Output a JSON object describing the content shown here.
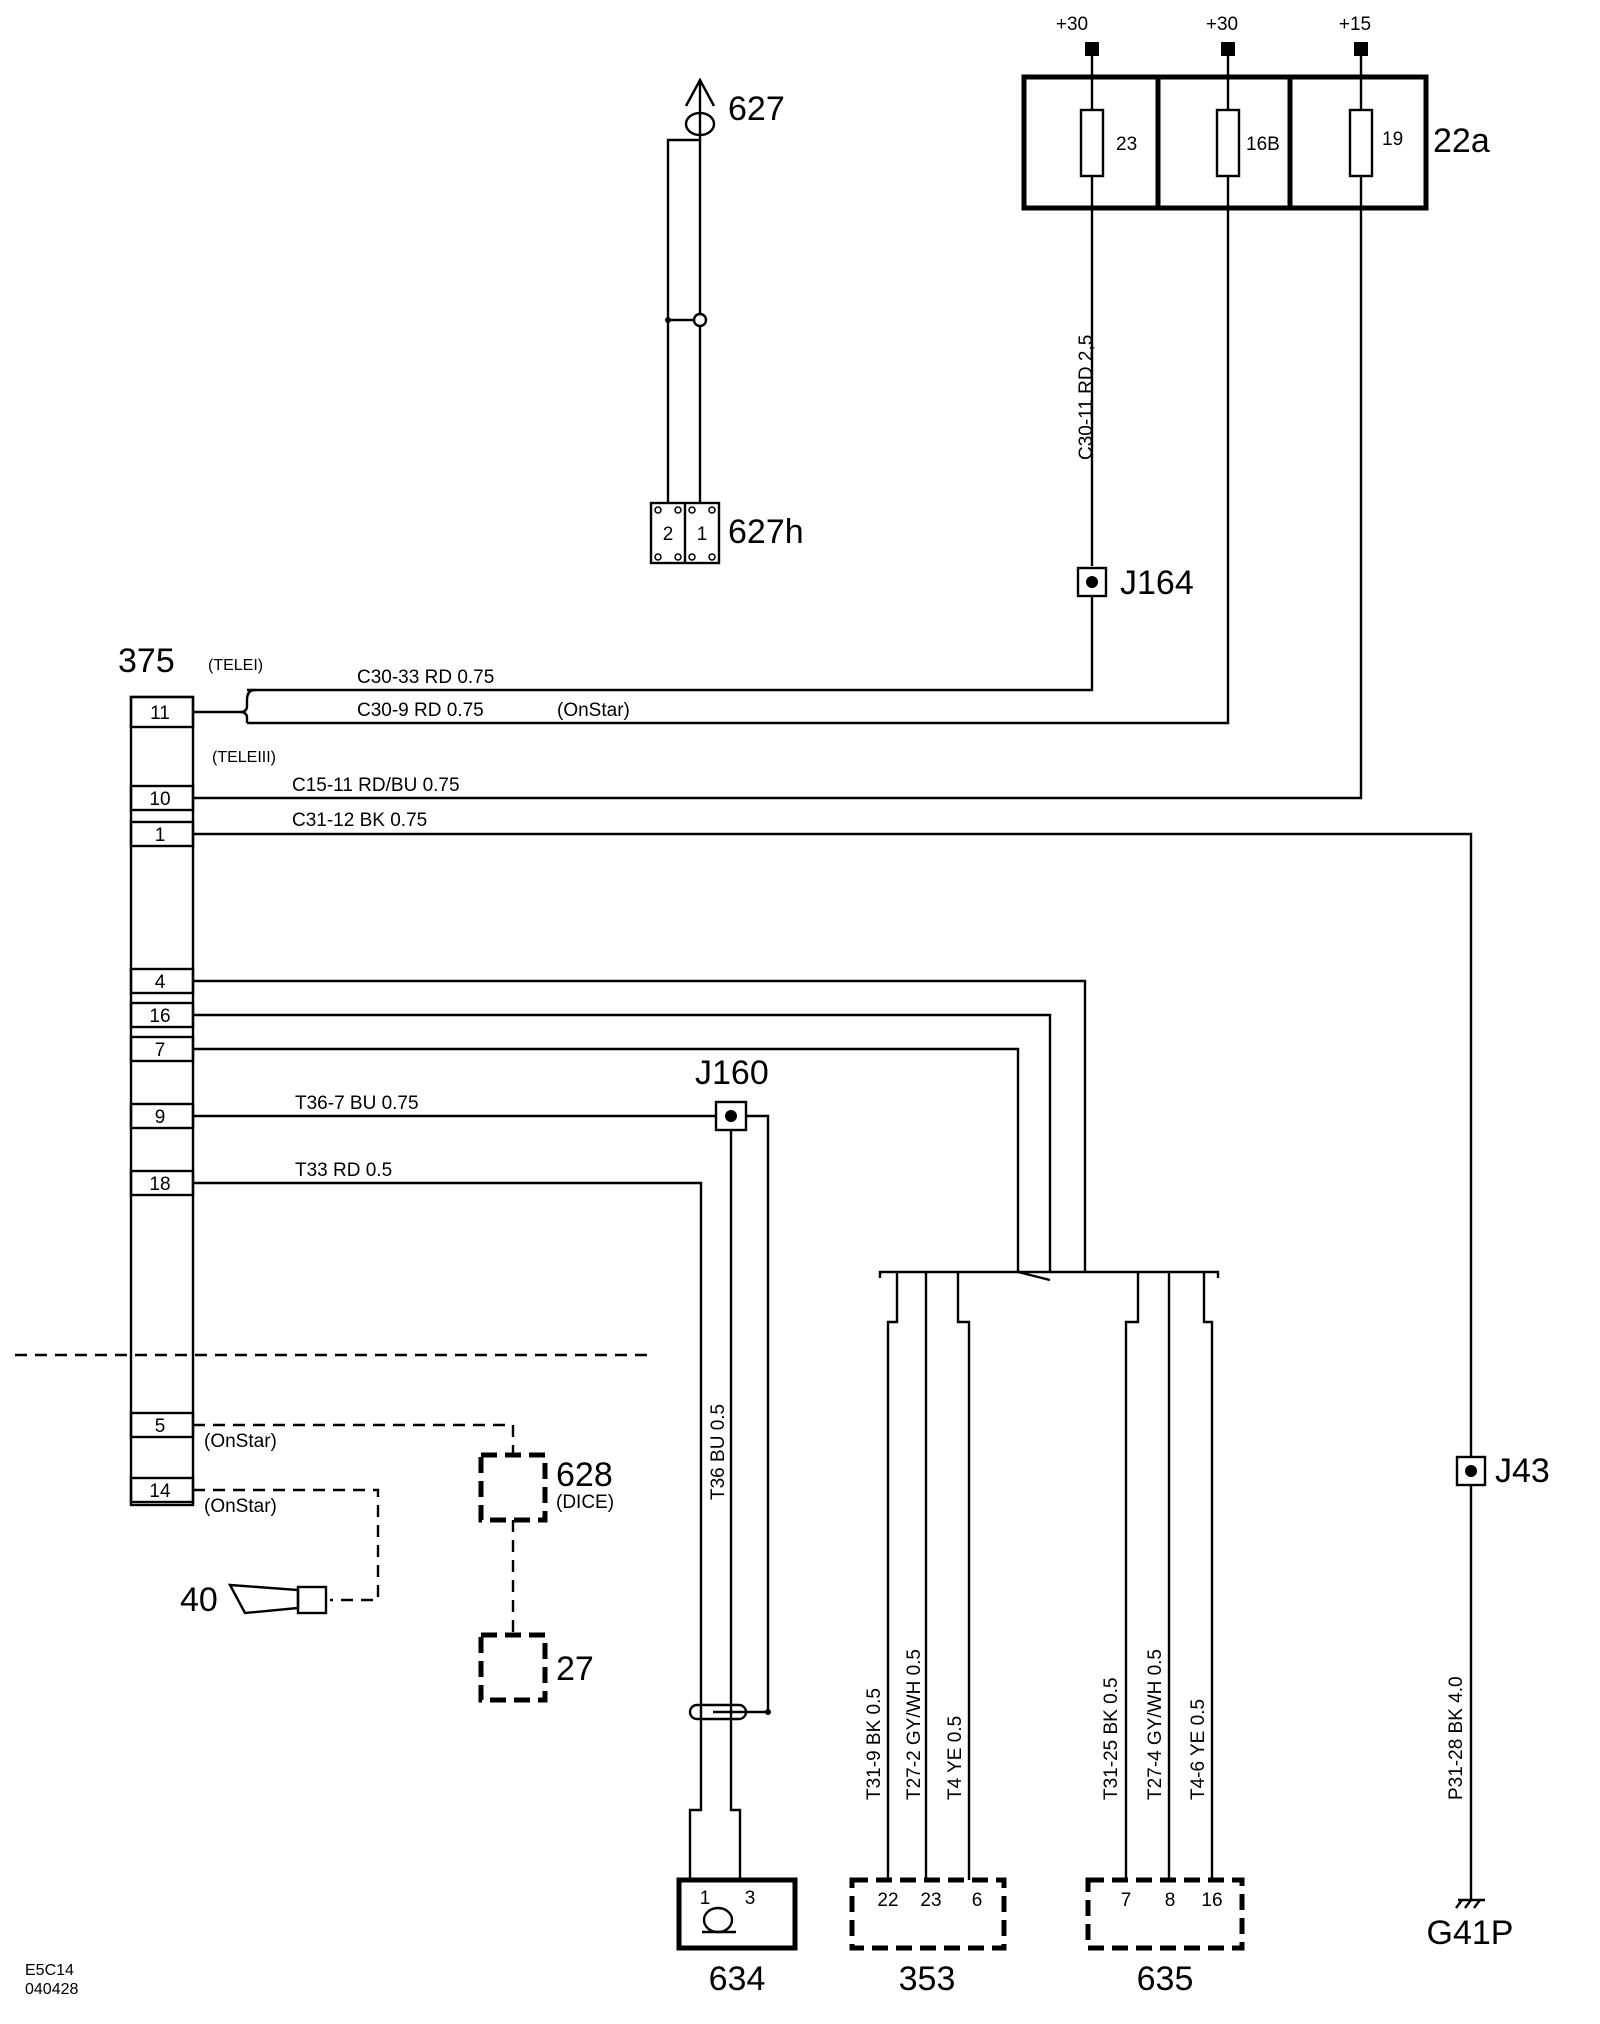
{
  "supplies": [
    "+30",
    "+30",
    "+15"
  ],
  "fusebox": {
    "id": "22a",
    "fuses": [
      "23",
      "16B",
      "19"
    ]
  },
  "antenna": {
    "id": "627",
    "connector": "627h",
    "pins": [
      "2",
      "1"
    ]
  },
  "junctions": {
    "j164": "J164",
    "j160": "J160",
    "j43": "J43"
  },
  "module": {
    "id": "375",
    "variant_top": "(TELEI)",
    "variant_bottom": "(TELEIII)",
    "pins": [
      "11",
      "10",
      "1",
      "4",
      "16",
      "7",
      "9",
      "18",
      "5",
      "14"
    ]
  },
  "wires": {
    "c30_11": "C30-11 RD 2,5",
    "c30_33": "C30-33  RD  0.75",
    "c30_9": "C30-9  RD  0.75",
    "onstar_c30_9": "(OnStar)",
    "c15_11": "C15-11  RD/BU  0.75",
    "c31_12": "C31-12  BK  0.75",
    "t36_7": "T36-7  BU  0.75",
    "t33": "T33  RD  0.5",
    "t36_vertical": "T36  BU  0.5",
    "t31_9": "T31-9  BK  0.5",
    "t27_2": "T27-2  GY/WH  0.5",
    "t4": "T4  YE  0.5",
    "t31_25": "T31-25  BK  0.5",
    "t27_4": "T27-4  GY/WH  0.5",
    "t4_6": "T4-6  YE  0.5",
    "p31_28": "P31-28  BK  4.0"
  },
  "onstar_labels": [
    "(OnStar)",
    "(OnStar)"
  ],
  "components": {
    "c628": "628",
    "c628_sub": "(DICE)",
    "c27": "27",
    "c40": "40",
    "c634": "634",
    "c634_pins": [
      "1",
      "3"
    ],
    "c353": "353",
    "c353_pins": [
      "22",
      "23",
      "6"
    ],
    "c635": "635",
    "c635_pins": [
      "7",
      "8",
      "16"
    ]
  },
  "ground": "G41P",
  "footer": {
    "code": "E5C14",
    "date": "040428"
  }
}
